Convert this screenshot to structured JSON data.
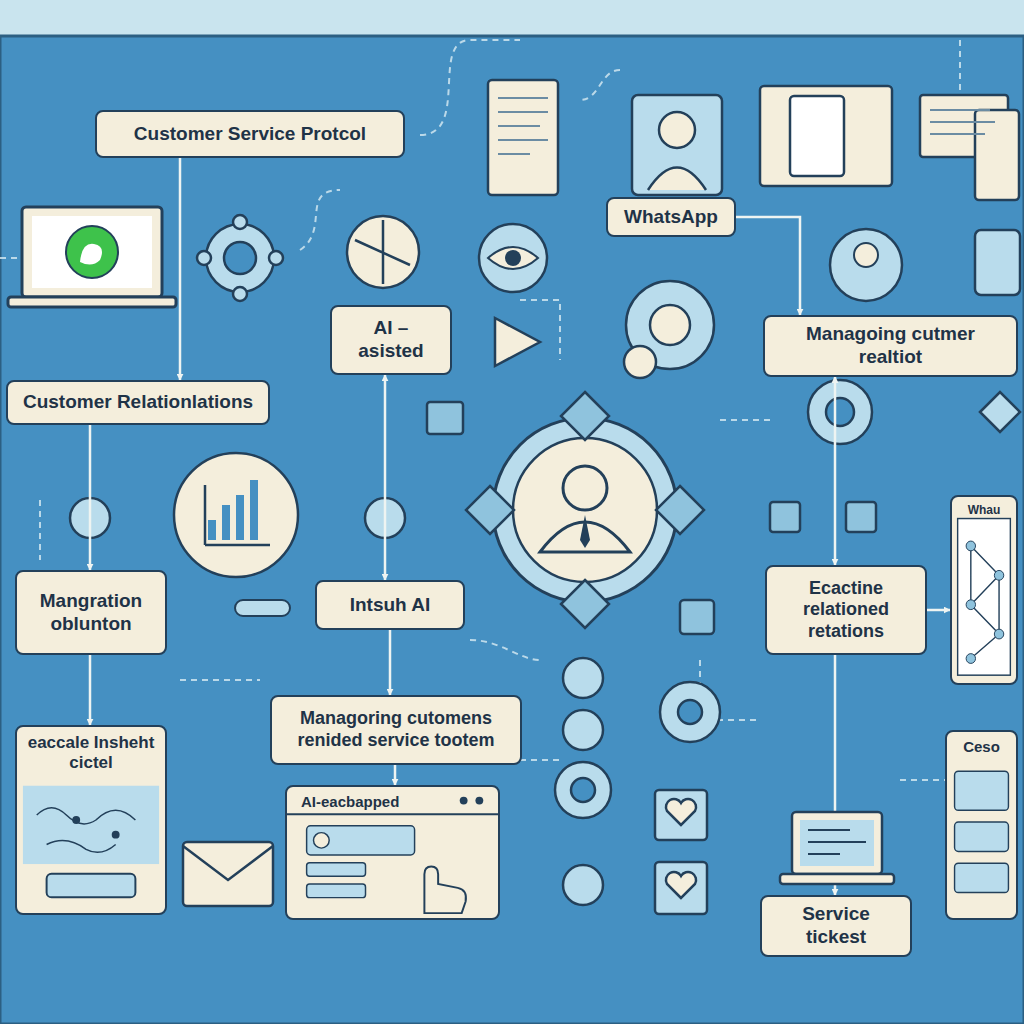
{
  "diagram": {
    "nodes": [
      {
        "text": [
          "Customer Service Protcol"
        ]
      },
      {
        "text": [
          "WhatsApp"
        ]
      },
      {
        "text": [
          "AI – asisted"
        ]
      },
      {
        "text": [
          "Customer Relationlations"
        ]
      },
      {
        "text": [
          "Managoing cutmer realtiot"
        ]
      },
      {
        "text": [
          "Mangration oblunton"
        ]
      },
      {
        "text": [
          "Intsuh AI"
        ]
      },
      {
        "text": [
          "Ecactine relationed retations"
        ]
      },
      {
        "text": [
          "Managoring cutomens renided service tootem"
        ]
      },
      {
        "text": [
          "eaccale Insheht cictel"
        ]
      },
      {
        "text": [
          "AI-eacbapped"
        ]
      },
      {
        "text": [
          "Service tickest"
        ]
      },
      {
        "text": [
          "Ceso"
        ]
      },
      {
        "text": [
          "Whau"
        ]
      }
    ],
    "edges": [
      {
        "from": 0,
        "to": 3,
        "arrow": "to"
      },
      {
        "from": 3,
        "to": 5,
        "arrow": "to"
      },
      {
        "from": 2,
        "to": 6,
        "arrow": "both"
      },
      {
        "from": 6,
        "to": 8,
        "arrow": "to"
      },
      {
        "from": 5,
        "to": 9,
        "arrow": "to"
      },
      {
        "from": 8,
        "to": 10,
        "arrow": "to"
      },
      {
        "from": 1,
        "to": 4,
        "arrow": "to"
      },
      {
        "from": 4,
        "to": 7,
        "arrow": "both"
      },
      {
        "from": 7,
        "to": 11,
        "arrow": "to"
      },
      {
        "from": 7,
        "to": 13,
        "arrow": "to"
      }
    ]
  }
}
